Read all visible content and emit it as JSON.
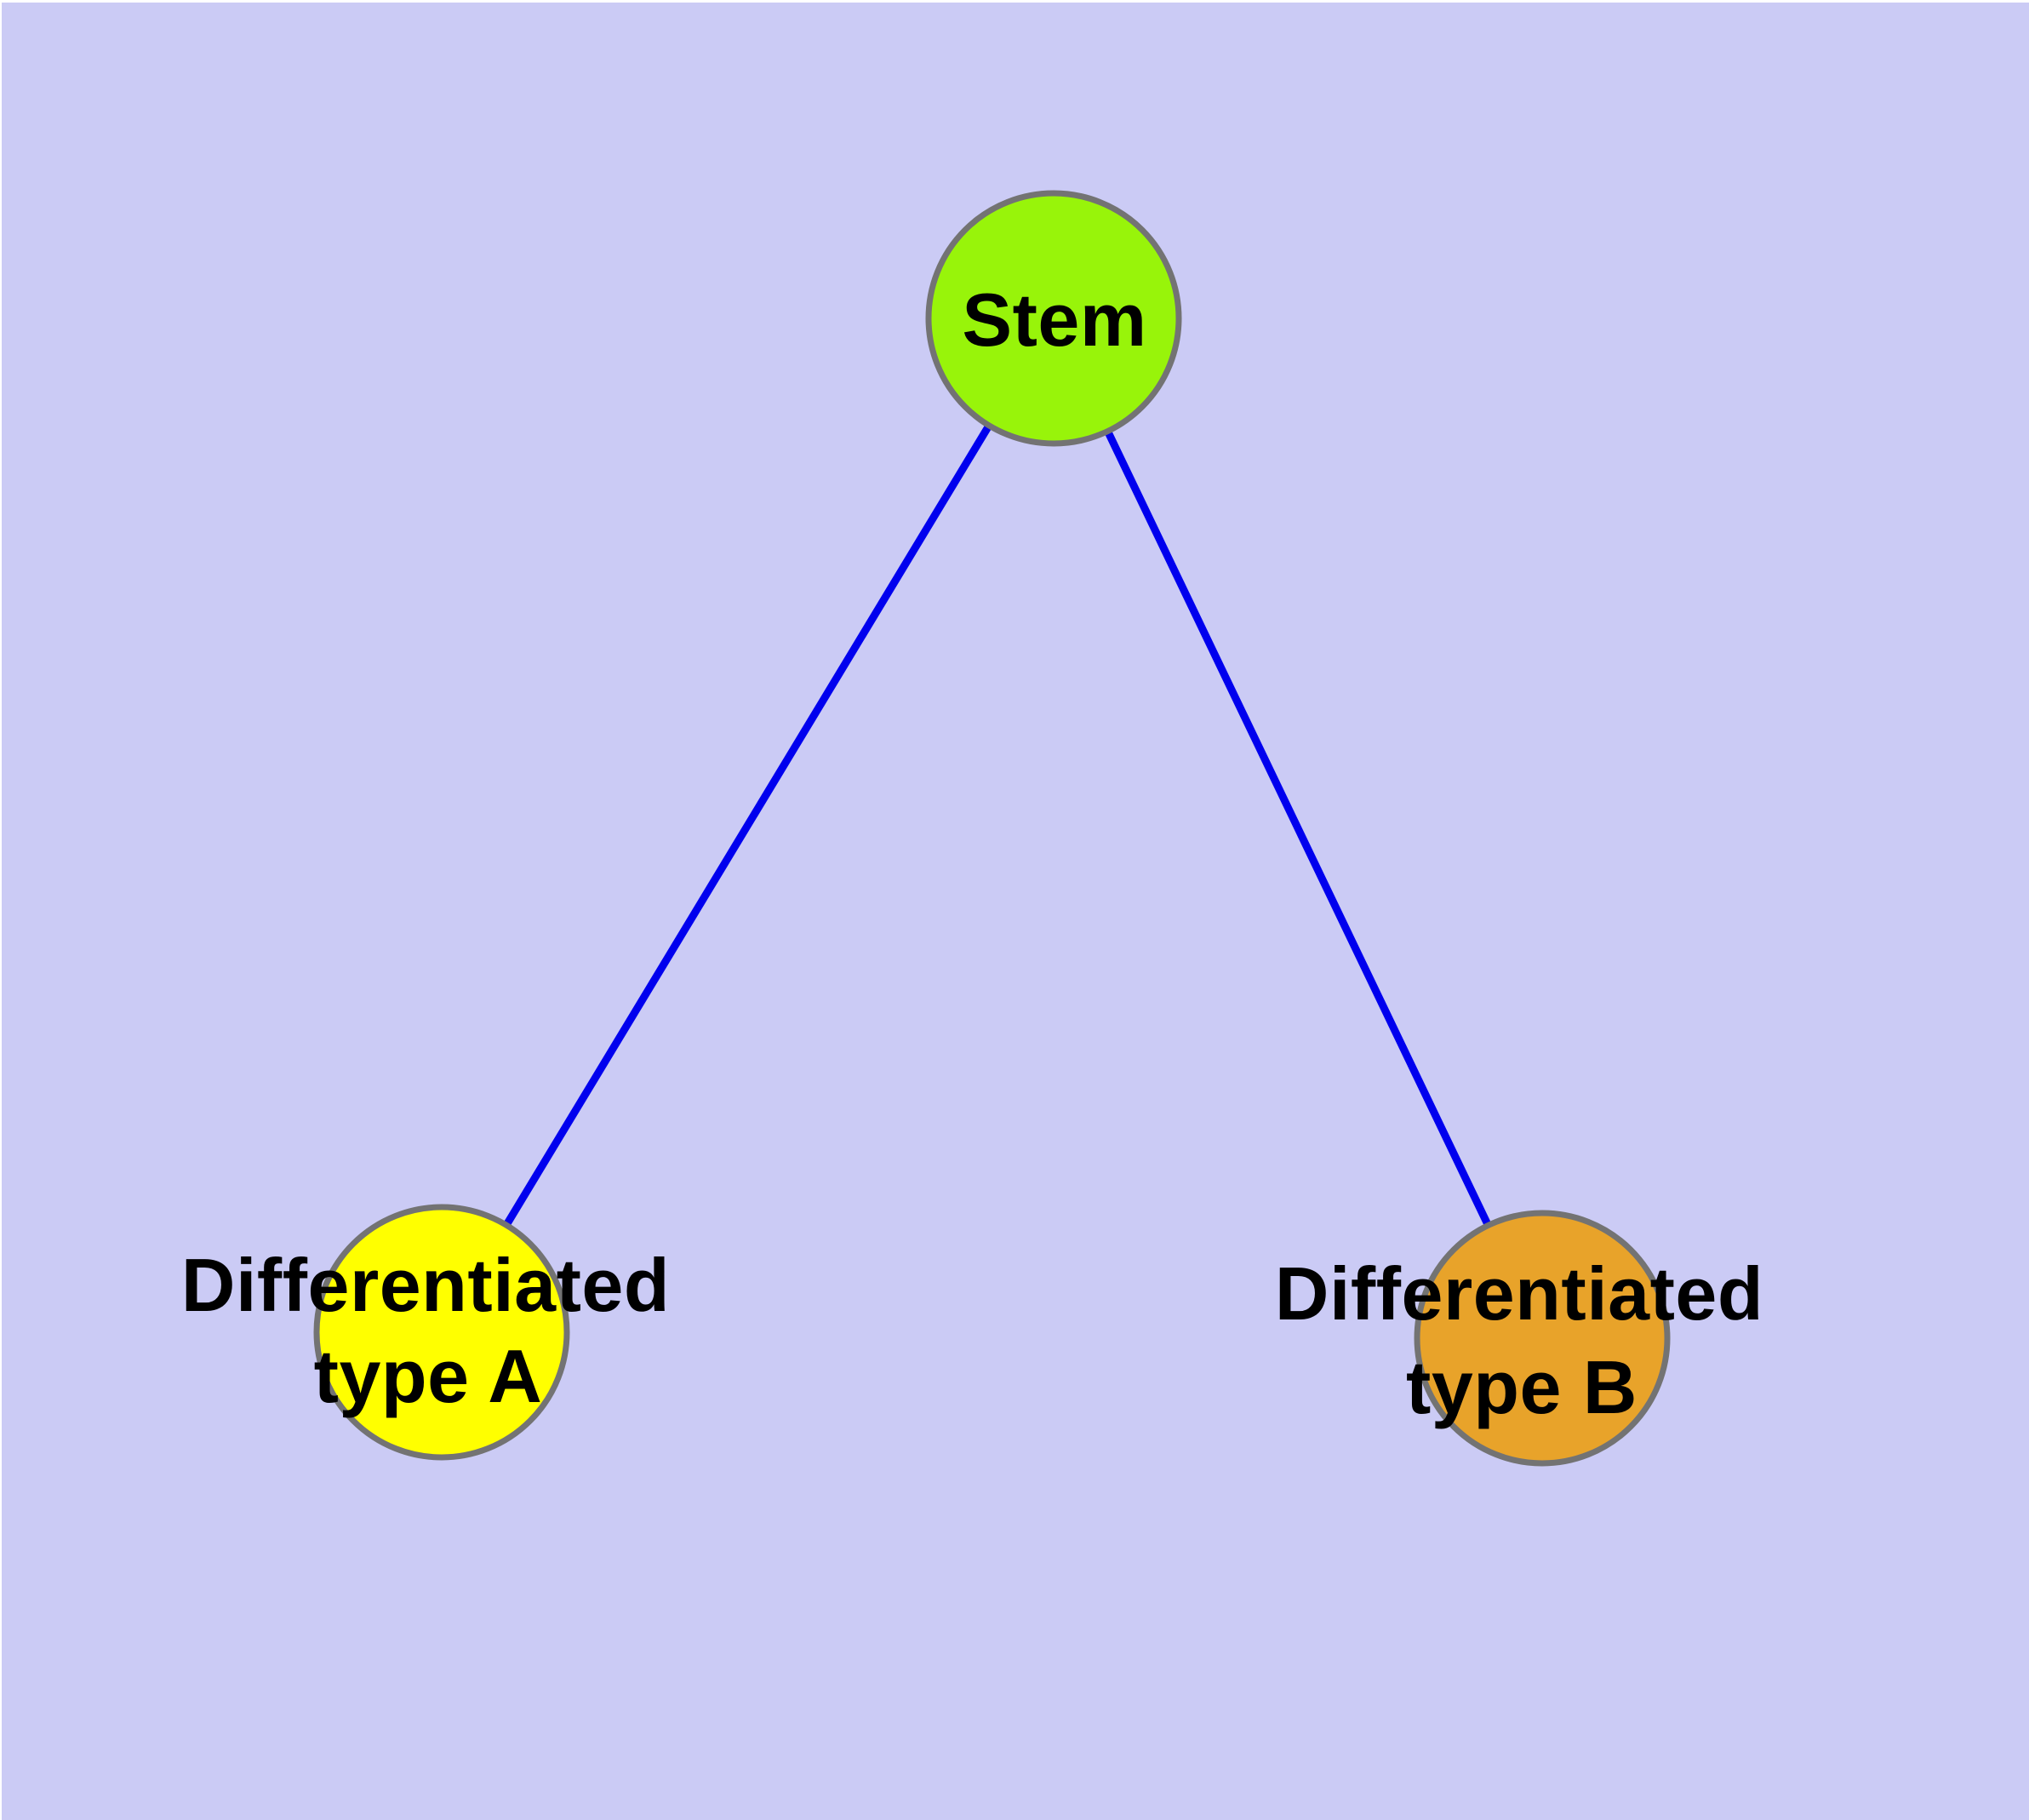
{
  "diagram": {
    "type": "graph",
    "colors": {
      "background": "#CBCBF5",
      "frame": "#FFFFFF",
      "edge": "#0000EE",
      "node_border": "#737373",
      "label_text": "#000000"
    },
    "nodes": {
      "stem": {
        "label": "Stem",
        "fill": "#98F40A"
      },
      "type_a": {
        "label_line1": "Differentiated",
        "label_line2": "type A",
        "fill": "#FFFF00"
      },
      "type_b": {
        "label_line1": "Differentiated",
        "label_line2": "type B",
        "fill": "#E8A32A"
      }
    },
    "edges": [
      {
        "from": "Stem",
        "to": "Differentiated type A"
      },
      {
        "from": "Stem",
        "to": "Differentiated type B"
      }
    ]
  }
}
